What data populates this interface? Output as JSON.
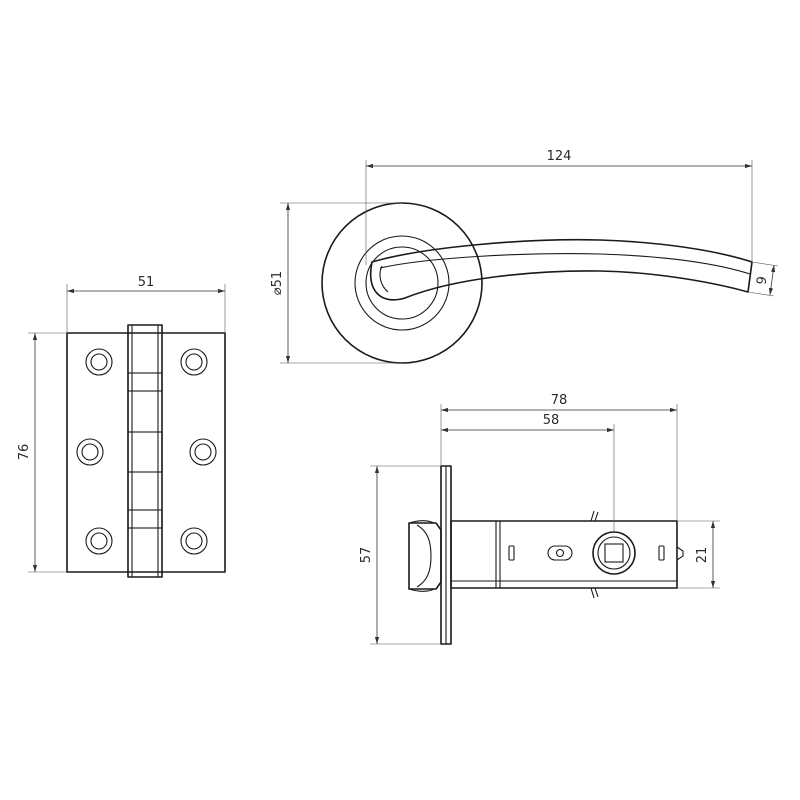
{
  "dimensions": {
    "lever_length": "124",
    "rose_diameter": "⌀51",
    "lever_end": "9",
    "hinge_width": "51",
    "hinge_height": "76",
    "latch_length": "78",
    "latch_backset": "58",
    "latch_faceplate": "57",
    "latch_body": "21"
  }
}
